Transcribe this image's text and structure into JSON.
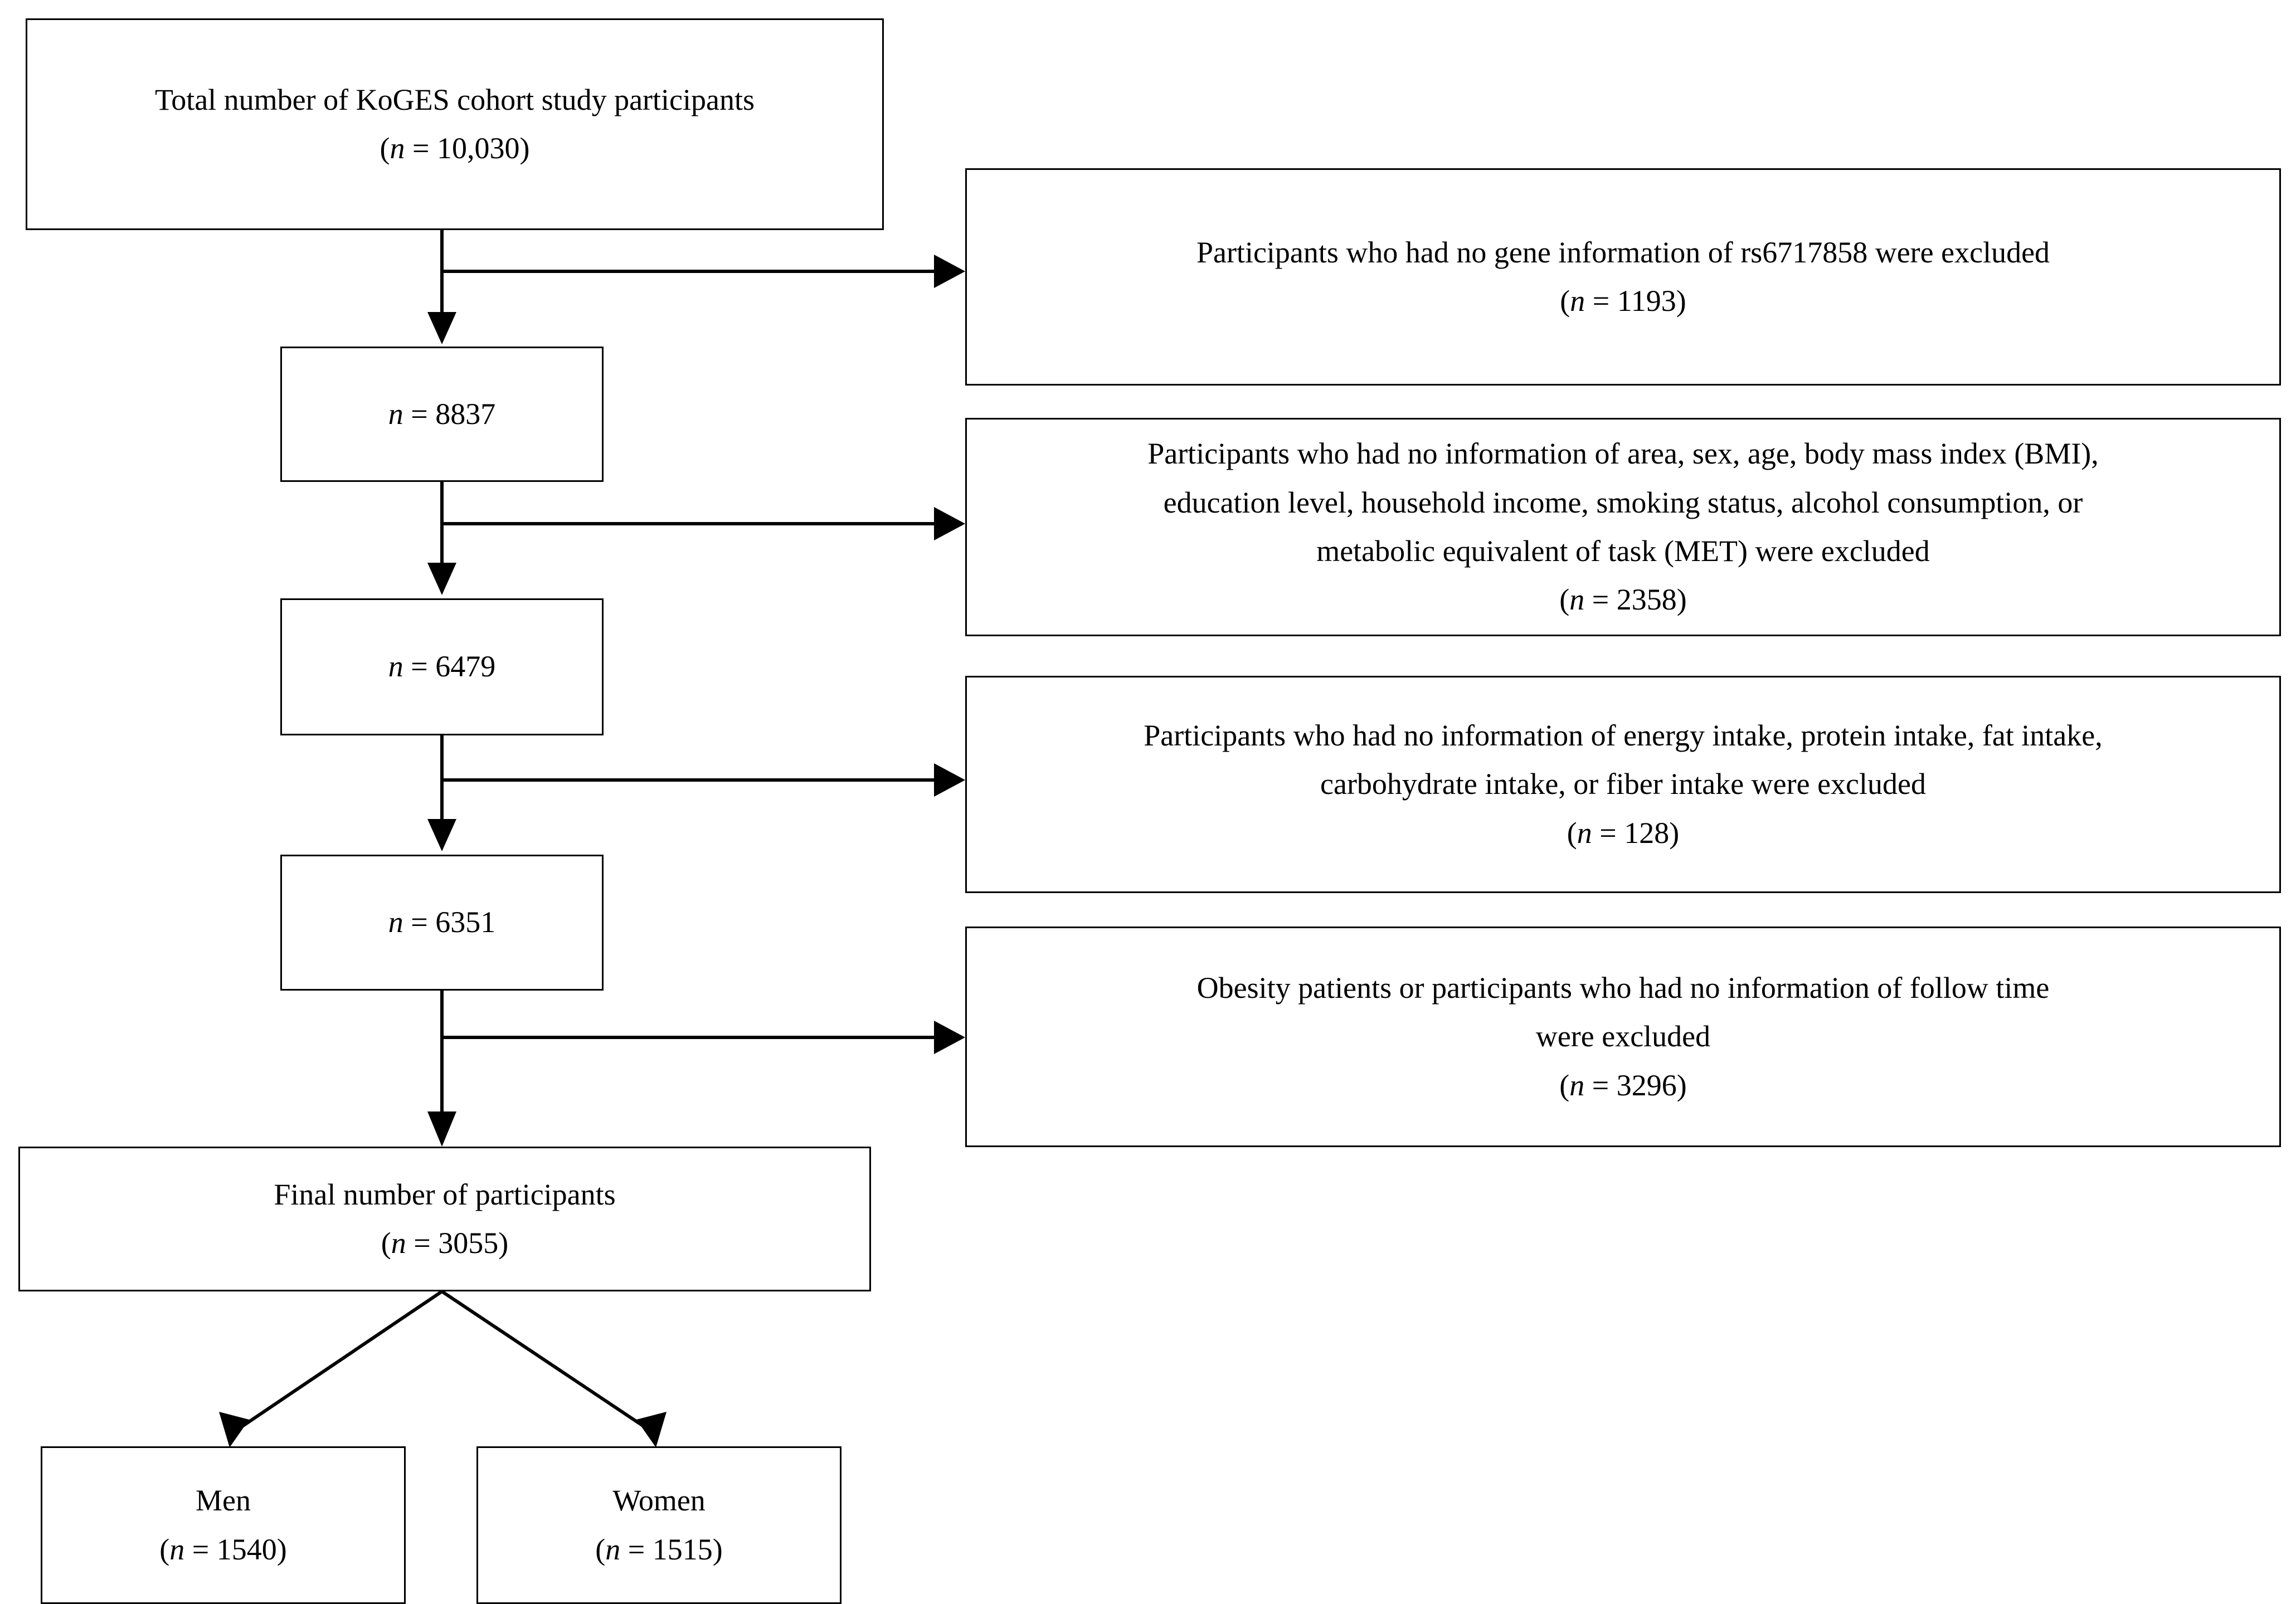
{
  "figure": {
    "type": "flowchart",
    "orientation": "top-to-bottom with right-side exclusion boxes",
    "accent_color": "#000000",
    "background_color": "#ffffff"
  },
  "nodes": {
    "total": {
      "line1": "Total number of KoGES cohort study participants",
      "n_prefix": "(",
      "n_italic": "n",
      "n_value": " = 10,030)"
    },
    "step1": {
      "n_italic": "n",
      "n_value": " = 8837"
    },
    "step2": {
      "n_italic": "n",
      "n_value": " = 6479"
    },
    "step3": {
      "n_italic": "n",
      "n_value": " = 6351"
    },
    "final": {
      "line1": "Final number of participants",
      "n_prefix": "(",
      "n_italic": "n",
      "n_value": " = 3055)"
    },
    "men": {
      "label": "Men",
      "n_prefix": "(",
      "n_italic": "n",
      "n_value": " = 1540)"
    },
    "women": {
      "label": "Women",
      "n_prefix": "(",
      "n_italic": "n",
      "n_value": " = 1515)"
    }
  },
  "exclusions": [
    {
      "id": "exclusion-gene-information",
      "lines": [
        "Participants who had no gene information of rs6717858 were excluded"
      ],
      "n_prefix": "(",
      "n_italic": "n",
      "n_value": " = 1193)"
    },
    {
      "id": "exclusion-covariate-information",
      "lines": [
        "Participants who had no information of area, sex, age, body mass index (BMI),",
        "education level, household income, smoking status, alcohol consumption, or",
        "metabolic equivalent of task (MET) were excluded"
      ],
      "n_prefix": "(",
      "n_italic": "n",
      "n_value": " = 2358)"
    },
    {
      "id": "exclusion-dietary-information",
      "lines": [
        "Participants who had no information of energy intake, protein intake, fat intake,",
        "carbohydrate intake, or fiber intake were excluded"
      ],
      "n_prefix": "(",
      "n_italic": "n",
      "n_value": " = 128)"
    },
    {
      "id": "exclusion-obesity-followtime",
      "lines": [
        "Obesity patients or participants who had no information of follow time",
        "were excluded"
      ],
      "n_prefix": "(",
      "n_italic": "n",
      "n_value": " = 3296)"
    }
  ]
}
